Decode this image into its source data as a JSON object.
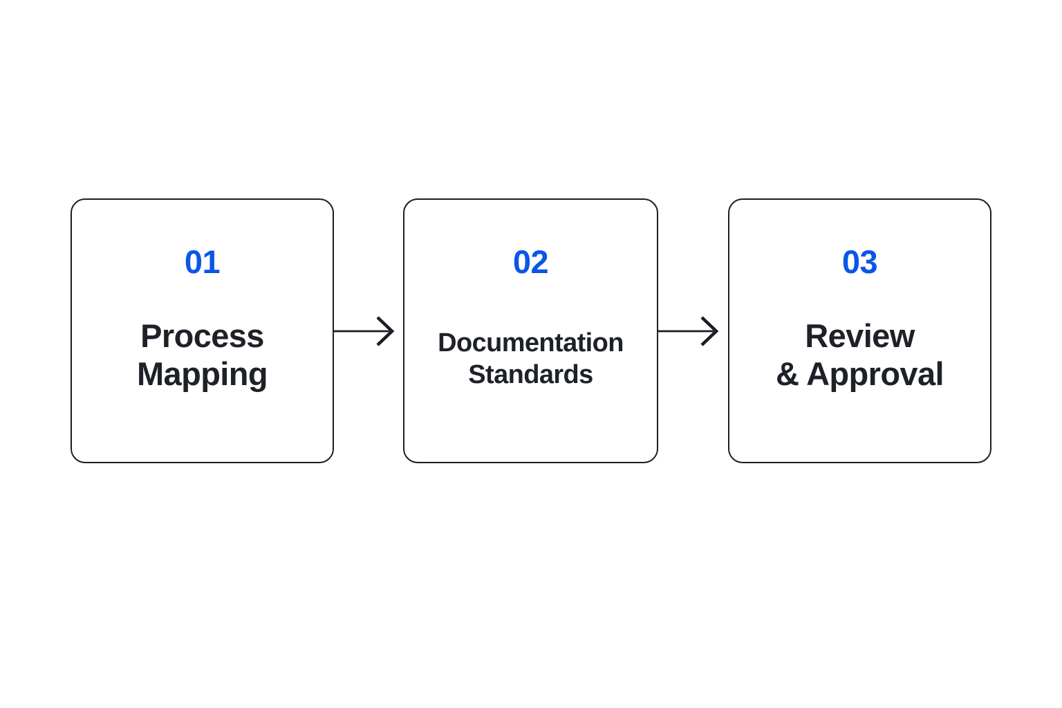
{
  "diagram": {
    "type": "horizontal-process-flow",
    "background_color": "#ffffff",
    "accent_color": "#0a56e8",
    "text_color": "#1e2128",
    "border_color": "#1a1d23",
    "step_count": 3,
    "steps": [
      {
        "number": "01",
        "label_line1": "Process",
        "label_line2": "Mapping",
        "label": "Process Mapping"
      },
      {
        "number": "02",
        "label_line1": "Documentation",
        "label_line2": "Standards",
        "label": "Documentation Standards"
      },
      {
        "number": "03",
        "label_line1": "Review",
        "label_line2": "& Approval",
        "label": "Review & Approval"
      }
    ],
    "connectors": [
      {
        "icon": "arrow-right-icon",
        "from": "01",
        "to": "02"
      },
      {
        "icon": "arrow-right-icon",
        "from": "02",
        "to": "03"
      }
    ]
  }
}
